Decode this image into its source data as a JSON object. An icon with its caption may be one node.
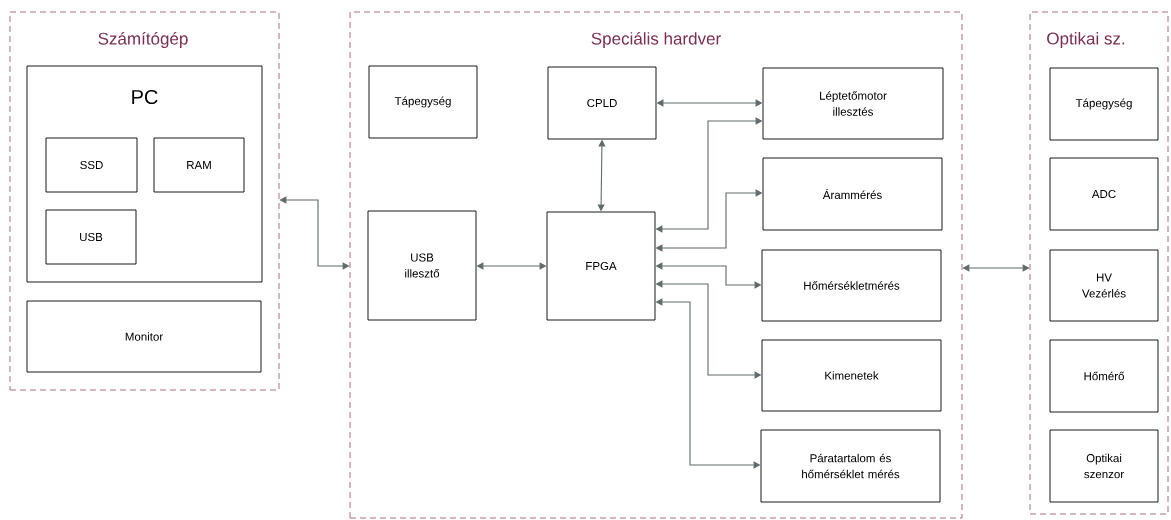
{
  "diagram": {
    "nodes": [
      {
        "text": [
          "Számítógép"
        ]
      },
      {
        "text": [
          "PC"
        ],
        "in": 0
      },
      {
        "text": [
          "SSD"
        ],
        "in": 1
      },
      {
        "text": [
          "RAM"
        ],
        "in": 1
      },
      {
        "text": [
          "USB"
        ],
        "in": 1
      },
      {
        "text": [
          "Monitor"
        ],
        "in": 0
      },
      {
        "text": [
          "Speciális hardver"
        ]
      },
      {
        "text": [
          "Tápegység"
        ],
        "in": 6
      },
      {
        "text": [
          "CPLD"
        ],
        "in": 6
      },
      {
        "text": [
          "Léptetőmotor illesztés"
        ],
        "in": 6
      },
      {
        "text": [
          "USB illesztő"
        ],
        "in": 6
      },
      {
        "text": [
          "FPGA"
        ],
        "in": 6
      },
      {
        "text": [
          "Árammérés"
        ],
        "in": 6
      },
      {
        "text": [
          "Hőmérsékletmérés"
        ],
        "in": 6
      },
      {
        "text": [
          "Kimenetek"
        ],
        "in": 6
      },
      {
        "text": [
          "Páratartalom és hőmérséklet mérés"
        ],
        "in": 6
      },
      {
        "text": [
          "Optikai sz."
        ]
      },
      {
        "text": [
          "Tápegység"
        ],
        "in": 16
      },
      {
        "text": [
          "ADC"
        ],
        "in": 16
      },
      {
        "text": [
          "HV Vezérlés"
        ],
        "in": 16
      },
      {
        "text": [
          "Hőmérő"
        ],
        "in": 16
      },
      {
        "text": [
          "Optikai szenzor"
        ],
        "in": 16
      }
    ],
    "edges": [
      {
        "from": 0,
        "to": 6,
        "arrow": "both"
      },
      {
        "from": 10,
        "to": 11,
        "arrow": "both"
      },
      {
        "from": 8,
        "to": 11,
        "arrow": "both"
      },
      {
        "from": 8,
        "to": 9,
        "arrow": "both"
      },
      {
        "from": 11,
        "to": 9,
        "arrow": "both"
      },
      {
        "from": 11,
        "to": 12,
        "arrow": "both"
      },
      {
        "from": 11,
        "to": 13,
        "arrow": "both"
      },
      {
        "from": 11,
        "to": 14,
        "arrow": "both"
      },
      {
        "from": 11,
        "to": 15,
        "arrow": "both"
      },
      {
        "from": 6,
        "to": 16,
        "arrow": "both"
      }
    ]
  }
}
